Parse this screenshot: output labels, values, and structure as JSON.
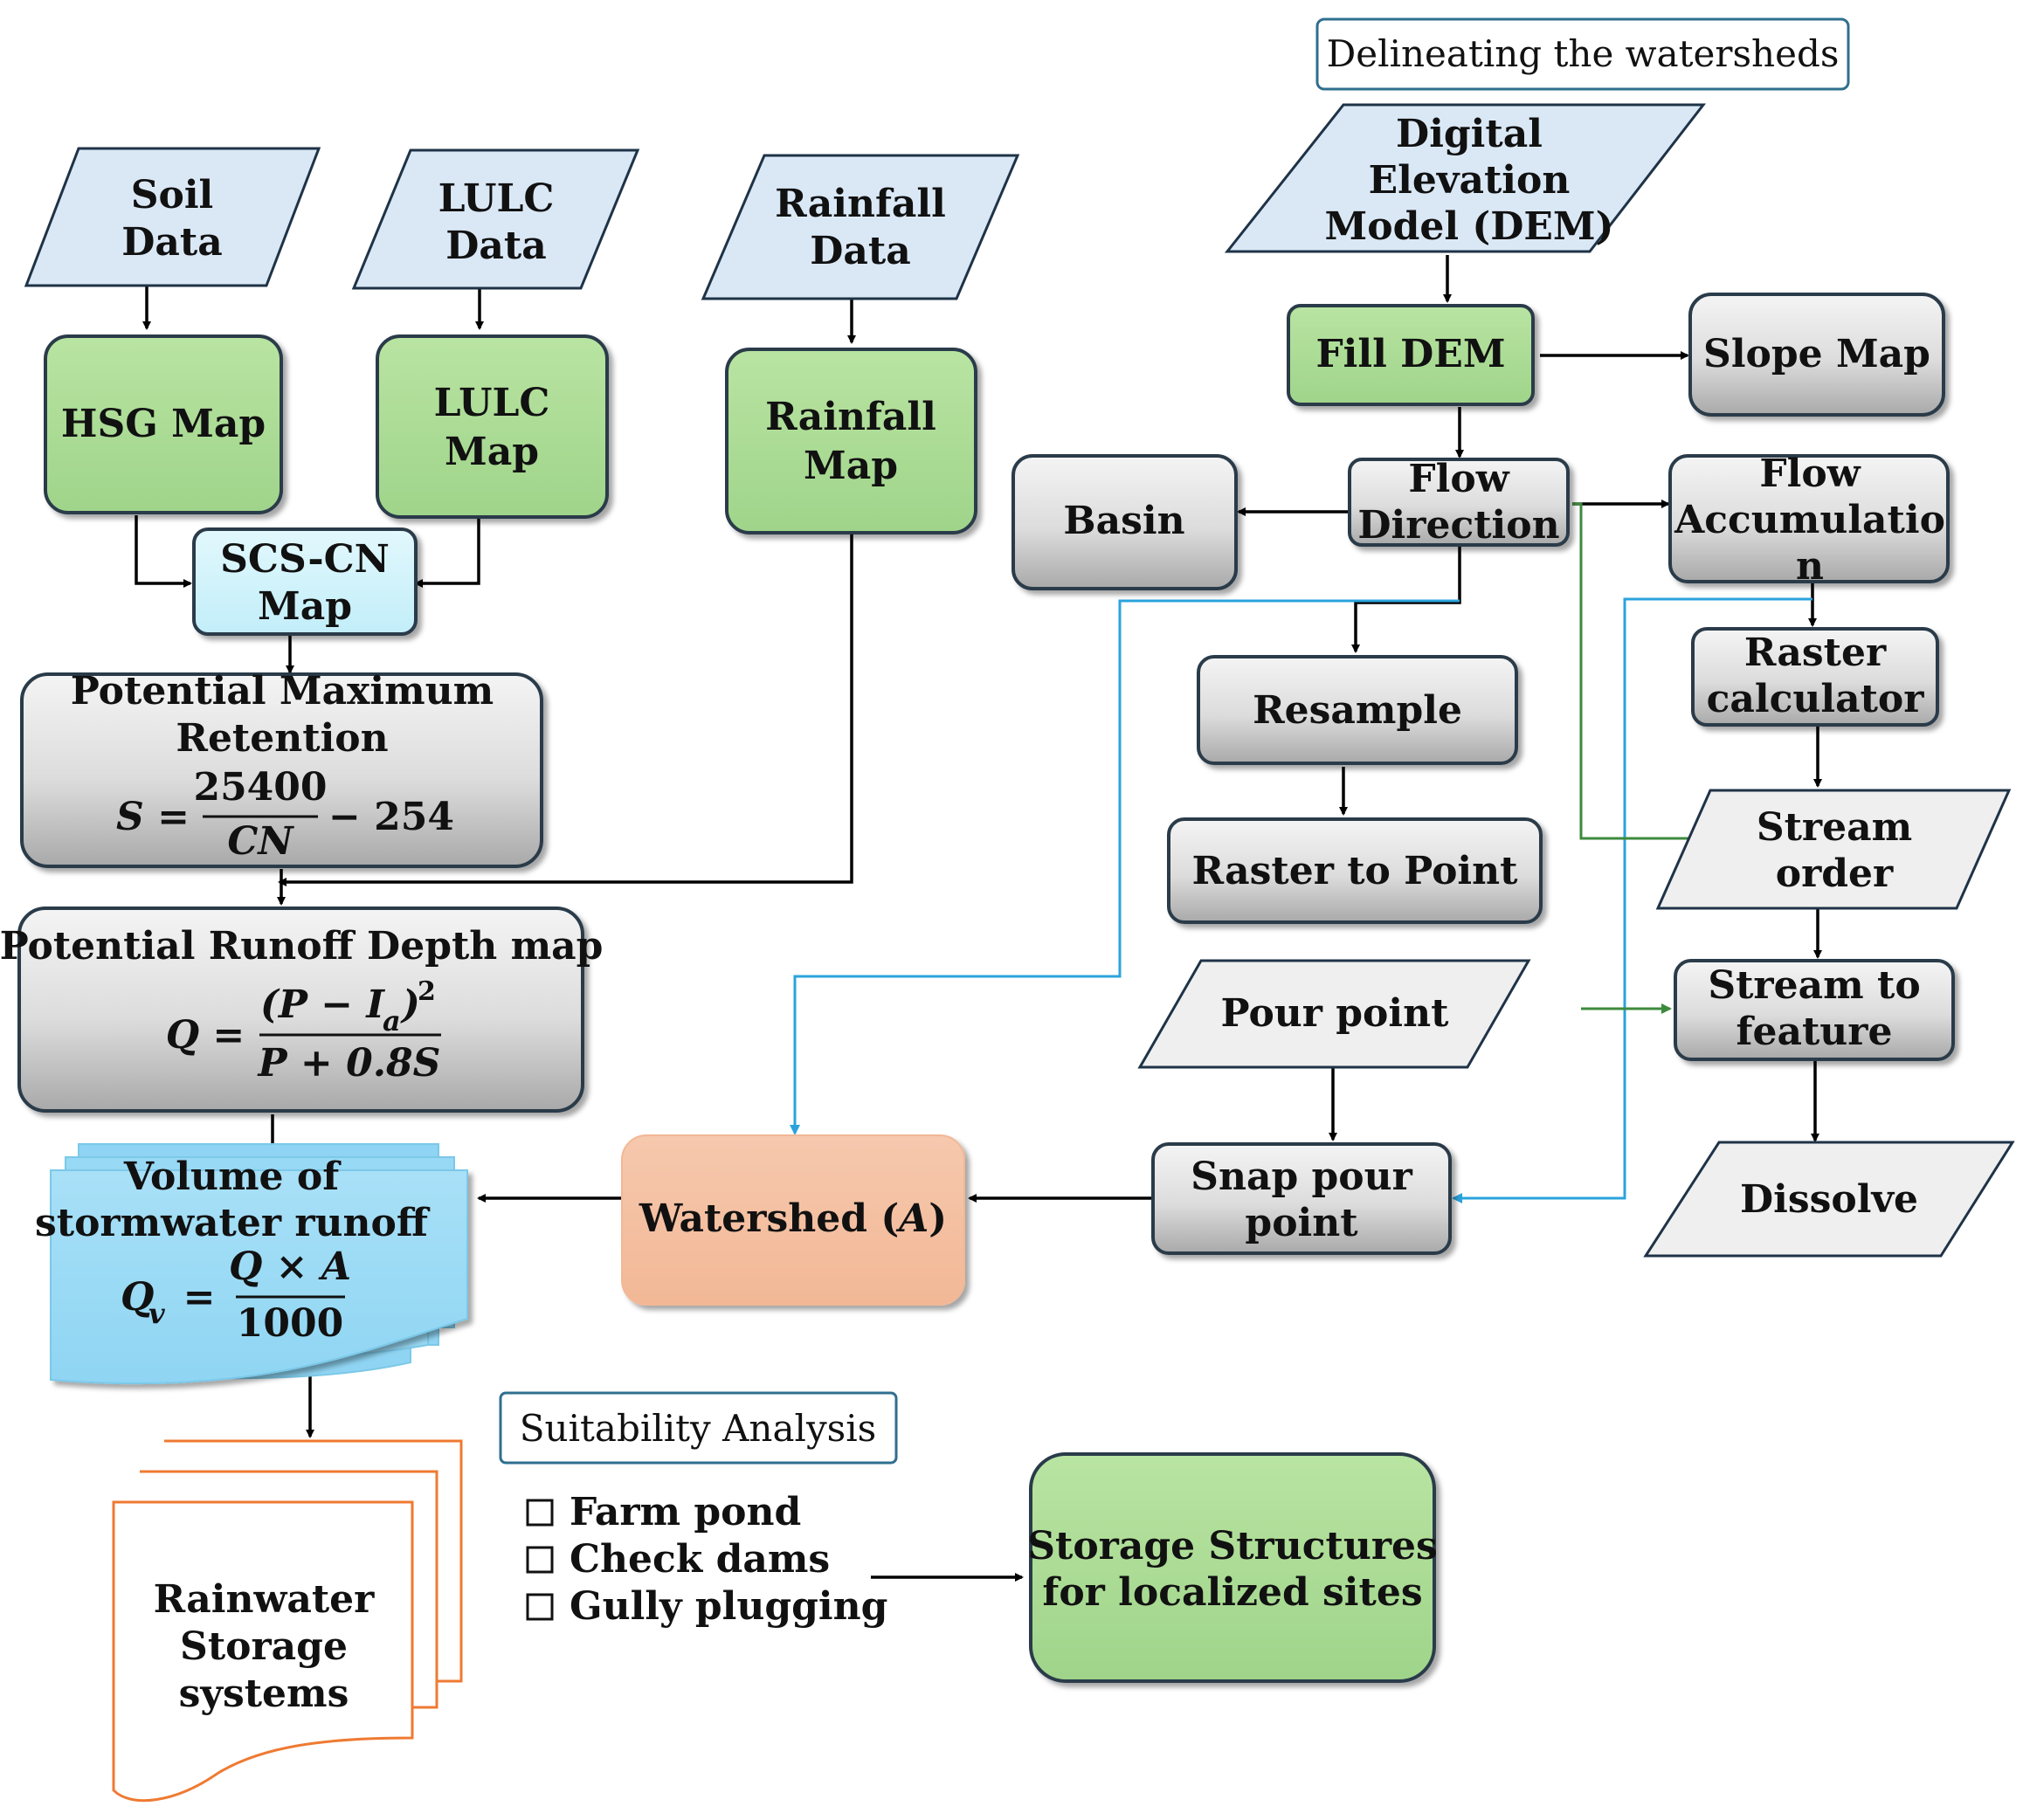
{
  "diagram": {
    "header_watershed": "Delineating the watersheds",
    "soil_data": [
      "Soil",
      "Data"
    ],
    "lulc_data": [
      "LULC",
      "Data"
    ],
    "rainfall_data": [
      "Rainfall",
      "Data"
    ],
    "dem": [
      "Digital",
      "Elevation",
      "Model (DEM)"
    ],
    "hsg_map": "HSG Map",
    "lulc_map": [
      "LULC",
      "Map"
    ],
    "rainfall_map": [
      "Rainfall",
      "Map"
    ],
    "scs_cn_map": [
      "SCS-CN",
      "Map"
    ],
    "potential_max_retention": [
      "Potential Maximum",
      "Retention"
    ],
    "formula_s": {
      "lhs": "S =",
      "num": "25400",
      "den": "CN",
      "tail": "− 254"
    },
    "potential_runoff": "Potential Runoff Depth map",
    "formula_q": {
      "lhs": "Q  =",
      "num": "(P  −  I",
      "num_sub": "a",
      "num_tail": ")",
      "num_sup": "2",
      "den": "P  +  0.8S"
    },
    "volume_runoff": [
      "Volume of",
      "stormwater runoff"
    ],
    "formula_qv": {
      "lhs": "Q",
      "lhs_sub": "v",
      "eq": "=",
      "num": "Q  × A",
      "den": "1000"
    },
    "watershed": "Watershed (",
    "watershed_var": "A",
    "watershed_close": ")",
    "fill_dem": "Fill DEM",
    "slope_map": "Slope Map",
    "flow_direction": [
      "Flow",
      "Direction"
    ],
    "basin": "Basin",
    "flow_accumulation": [
      "Flow",
      "Accumulatio",
      "n"
    ],
    "resample": "Resample",
    "raster_to_point": "Raster to Point",
    "raster_calculator": [
      "Raster",
      "calculator"
    ],
    "stream_order": [
      "Stream",
      "order"
    ],
    "stream_to_feature": [
      "Stream to",
      "feature"
    ],
    "pour_point": "Pour point",
    "snap_pour_point": [
      "Snap pour",
      "point"
    ],
    "dissolve": "Dissolve",
    "rainwater_storage": [
      "Rainwater",
      "Storage",
      "systems"
    ],
    "suitability_header": "Suitability Analysis",
    "suitability_items": [
      "Farm pond",
      "Check dams",
      "Gully plugging"
    ],
    "storage_structures": [
      "Storage Structures",
      "for localized sites"
    ]
  }
}
